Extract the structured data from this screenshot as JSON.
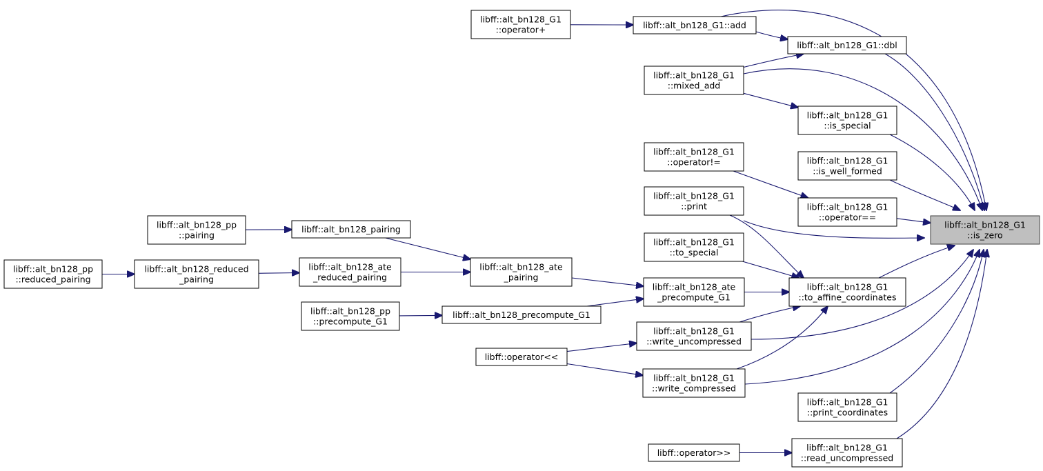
{
  "colors": {
    "edge": "#191970",
    "focus_node_fill": "#bfbfbf",
    "node_fill": "#ffffff",
    "node_border": "#000000"
  },
  "nodes": {
    "is_zero": {
      "lines": [
        "libff::alt_bn128_G1",
        "::is_zero"
      ],
      "focus": true
    },
    "add": {
      "lines": [
        "libff::alt_bn128_G1::add"
      ]
    },
    "dbl": {
      "lines": [
        "libff::alt_bn128_G1::dbl"
      ]
    },
    "op_plus": {
      "lines": [
        "libff::alt_bn128_G1",
        "::operator+"
      ]
    },
    "mixed_add": {
      "lines": [
        "libff::alt_bn128_G1",
        "::mixed_add"
      ]
    },
    "is_special": {
      "lines": [
        "libff::alt_bn128_G1",
        "::is_special"
      ]
    },
    "is_well_formed": {
      "lines": [
        "libff::alt_bn128_G1",
        "::is_well_formed"
      ]
    },
    "op_neq": {
      "lines": [
        "libff::alt_bn128_G1",
        "::operator!="
      ]
    },
    "op_eq": {
      "lines": [
        "libff::alt_bn128_G1",
        "::operator=="
      ]
    },
    "print": {
      "lines": [
        "libff::alt_bn128_G1",
        "::print"
      ]
    },
    "to_special": {
      "lines": [
        "libff::alt_bn128_G1",
        "::to_special"
      ]
    },
    "to_affine": {
      "lines": [
        "libff::alt_bn128_G1",
        "::to_affine_coordinates"
      ]
    },
    "ate_precompute_G1": {
      "lines": [
        "libff::alt_bn128_ate",
        "_precompute_G1"
      ]
    },
    "ate_pairing": {
      "lines": [
        "libff::alt_bn128_ate",
        "_pairing"
      ]
    },
    "pairing": {
      "lines": [
        "libff::alt_bn128_pairing"
      ]
    },
    "pp_pairing": {
      "lines": [
        "libff::alt_bn128_pp",
        "::pairing"
      ]
    },
    "ate_reduced_pairing": {
      "lines": [
        "libff::alt_bn128_ate",
        "_reduced_pairing"
      ]
    },
    "reduced_pairing": {
      "lines": [
        "libff::alt_bn128_reduced",
        "_pairing"
      ]
    },
    "pp_reduced_pairing": {
      "lines": [
        "libff::alt_bn128_pp",
        "::reduced_pairing"
      ]
    },
    "precompute_G1": {
      "lines": [
        "libff::alt_bn128_precompute_G1"
      ]
    },
    "pp_precompute_G1": {
      "lines": [
        "libff::alt_bn128_pp",
        "::precompute_G1"
      ]
    },
    "write_uncompressed": {
      "lines": [
        "libff::alt_bn128_G1",
        "::write_uncompressed"
      ]
    },
    "write_compressed": {
      "lines": [
        "libff::alt_bn128_G1",
        "::write_compressed"
      ]
    },
    "op_shl": {
      "lines": [
        "libff::operator<<"
      ]
    },
    "print_coordinates": {
      "lines": [
        "libff::alt_bn128_G1",
        "::print_coordinates"
      ]
    },
    "read_uncompressed": {
      "lines": [
        "libff::alt_bn128_G1",
        "::read_uncompressed"
      ]
    },
    "op_shr": {
      "lines": [
        "libff::operator>>"
      ]
    }
  },
  "edges": [
    [
      "add",
      "is_zero"
    ],
    [
      "dbl",
      "is_zero"
    ],
    [
      "mixed_add",
      "is_zero"
    ],
    [
      "is_special",
      "is_zero"
    ],
    [
      "is_well_formed",
      "is_zero"
    ],
    [
      "op_eq",
      "is_zero"
    ],
    [
      "print",
      "is_zero"
    ],
    [
      "to_affine",
      "is_zero"
    ],
    [
      "write_uncompressed",
      "is_zero"
    ],
    [
      "write_compressed",
      "is_zero"
    ],
    [
      "print_coordinates",
      "is_zero"
    ],
    [
      "read_uncompressed",
      "is_zero"
    ],
    [
      "op_plus",
      "add"
    ],
    [
      "add",
      "dbl"
    ],
    [
      "mixed_add",
      "dbl"
    ],
    [
      "mixed_add",
      "is_special"
    ],
    [
      "op_neq",
      "op_eq"
    ],
    [
      "print",
      "to_affine"
    ],
    [
      "to_special",
      "to_affine"
    ],
    [
      "ate_precompute_G1",
      "to_affine"
    ],
    [
      "write_uncompressed",
      "to_affine"
    ],
    [
      "write_compressed",
      "to_affine"
    ],
    [
      "ate_pairing",
      "ate_precompute_G1"
    ],
    [
      "precompute_G1",
      "ate_precompute_G1"
    ],
    [
      "pairing",
      "ate_pairing"
    ],
    [
      "ate_reduced_pairing",
      "ate_pairing"
    ],
    [
      "pp_pairing",
      "pairing"
    ],
    [
      "reduced_pairing",
      "ate_reduced_pairing"
    ],
    [
      "pp_reduced_pairing",
      "reduced_pairing"
    ],
    [
      "pp_precompute_G1",
      "precompute_G1"
    ],
    [
      "op_shl",
      "write_uncompressed"
    ],
    [
      "op_shl",
      "write_compressed"
    ],
    [
      "op_shr",
      "read_uncompressed"
    ]
  ]
}
